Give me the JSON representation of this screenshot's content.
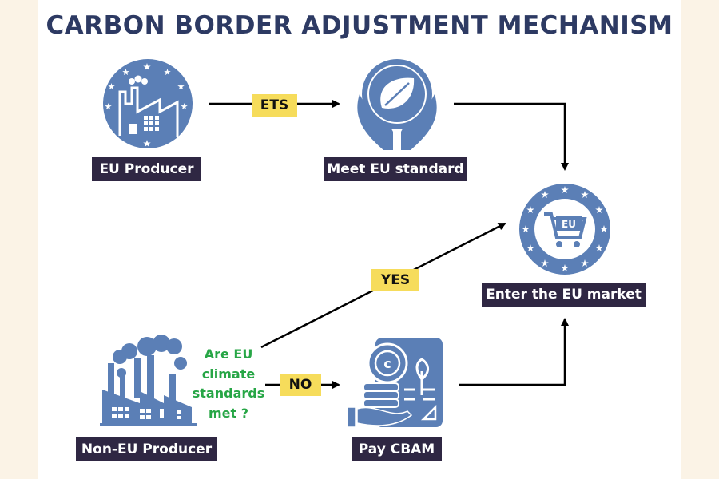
{
  "title": "CARBON BORDER ADJUSTMENT MECHANISM",
  "nodes": {
    "eu_producer": "EU Producer",
    "meet_standard": "Meet EU standard",
    "eu_market": "Enter the EU market",
    "non_eu_producer": "Non-EU Producer",
    "pay_cbam": "Pay CBAM"
  },
  "edges": {
    "ets": "ETS",
    "yes": "YES",
    "no": "NO"
  },
  "question": "Are EU climate standards met ?",
  "cart_badge": "EU",
  "colors": {
    "icon_blue": "#5b7fb6",
    "label_bg": "#2f2743",
    "tag_yellow": "#f6dc5b",
    "question_green": "#27a646",
    "title_navy": "#2d3a63"
  }
}
